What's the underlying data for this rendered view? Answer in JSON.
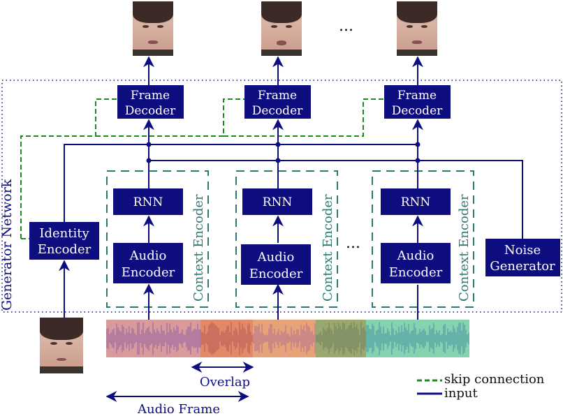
{
  "colors": {
    "block_fill": "#0d0d80",
    "block_text": "#ffffff",
    "input_line": "#0d0d80",
    "skip_line": "#1f8a1f",
    "context_border": "#2a7a70",
    "generator_border": "#0d0d80"
  },
  "generator": {
    "label": "Generator Network"
  },
  "frame_decoder": {
    "line1": "Frame",
    "line2": "Decoder"
  },
  "identity_encoder": {
    "line1": "Identity",
    "line2": "Encoder"
  },
  "rnn": {
    "label": "RNN"
  },
  "audio_encoder": {
    "line1": "Audio",
    "line2": "Encoder"
  },
  "context_encoder": {
    "label": "Context Encoder"
  },
  "noise_generator": {
    "line1": "Noise",
    "line2": "Generator"
  },
  "ellipsis": "...",
  "overlap_label": "Overlap",
  "audio_frame_label": "Audio Frame",
  "legend": {
    "skip": "skip connection",
    "input": "input"
  },
  "audio_segments": [
    "#d89a9a",
    "#e08a6a",
    "#e8a27a",
    "#9aa870",
    "#86d2b0"
  ],
  "icons": {
    "face": "face-icon"
  }
}
